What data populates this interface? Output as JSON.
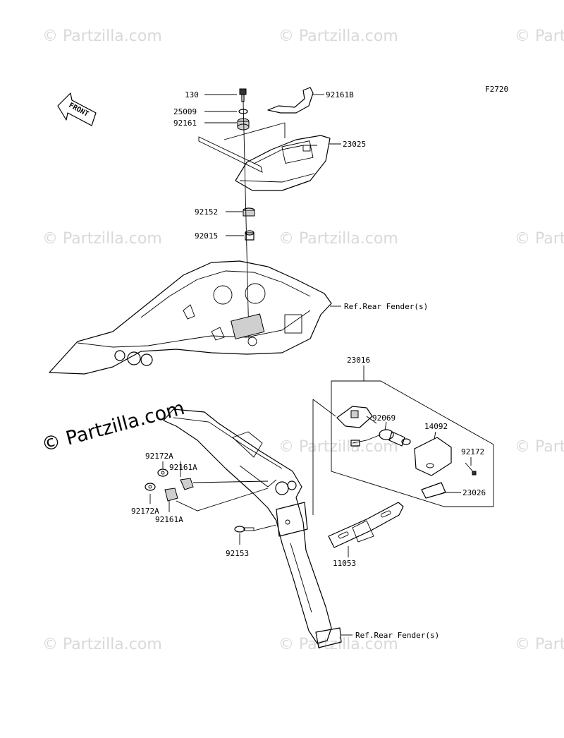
{
  "diagram_code": "F2720",
  "watermark_text": "© Partzilla.com",
  "main_watermark_text": "© Partzilla.com",
  "front_arrow_text": "FRONT",
  "parts": [
    {
      "number": "130"
    },
    {
      "number": "25009"
    },
    {
      "number": "92161"
    },
    {
      "number": "92161B"
    },
    {
      "number": "23025"
    },
    {
      "number": "92152"
    },
    {
      "number": "92015"
    },
    {
      "number": "Ref.Rear Fender(s)"
    },
    {
      "number": "23016"
    },
    {
      "number": "92069"
    },
    {
      "number": "14092"
    },
    {
      "number": "92172"
    },
    {
      "number": "23026"
    },
    {
      "number": "92172A"
    },
    {
      "number": "92161A"
    },
    {
      "number": "92172A"
    },
    {
      "number": "92161A"
    },
    {
      "number": "92153"
    },
    {
      "number": "11053"
    },
    {
      "number": "Ref.Rear Fender(s)"
    }
  ],
  "colors": {
    "line": "#000000",
    "watermark": "#d9d9d9",
    "background": "#ffffff"
  }
}
